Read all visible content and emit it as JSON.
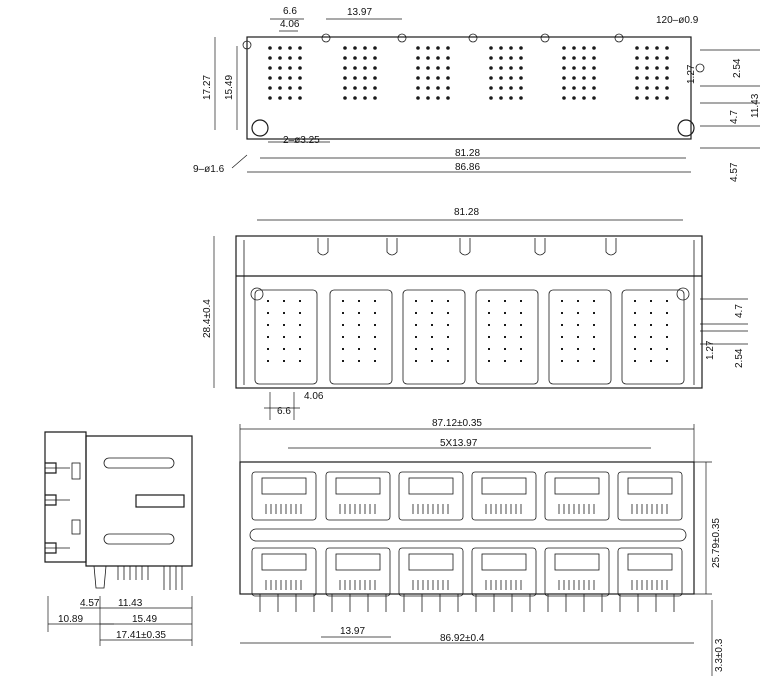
{
  "top_view": {
    "dim_66": "6.6",
    "dim_406": "4.06",
    "dim_1397": "13.97",
    "dim_120_holes": "120–ø0.9",
    "dim_1727": "17.27",
    "dim_1549": "15.49",
    "dim_254": "2.54",
    "dim_127": "1.27",
    "dim_1143": "11.43",
    "dim_47": "4.7",
    "dim_2_holes": "2–ø3.25",
    "dim_8128": "81.28",
    "dim_8686": "86.86",
    "dim_9_holes": "9–ø1.6",
    "dim_457": "4.57"
  },
  "bottom_view": {
    "dim_8128": "81.28",
    "dim_284": "28.4±0.4",
    "dim_47": "4.7",
    "dim_127": "1.27",
    "dim_254": "2.54",
    "dim_406": "4.06",
    "dim_66": "6.6"
  },
  "side_view": {
    "dim_457": "4.57",
    "dim_1143": "11.43",
    "dim_1089": "10.89",
    "dim_1549": "15.49",
    "dim_1741": "17.41±0.35"
  },
  "front_view": {
    "dim_8712": "87.12±0.35",
    "dim_5x1397": "5X13.97",
    "dim_2579": "25.79±0.35",
    "dim_1397": "13.97",
    "dim_8692": "86.92±0.4",
    "dim_33": "3.3±0.3"
  }
}
